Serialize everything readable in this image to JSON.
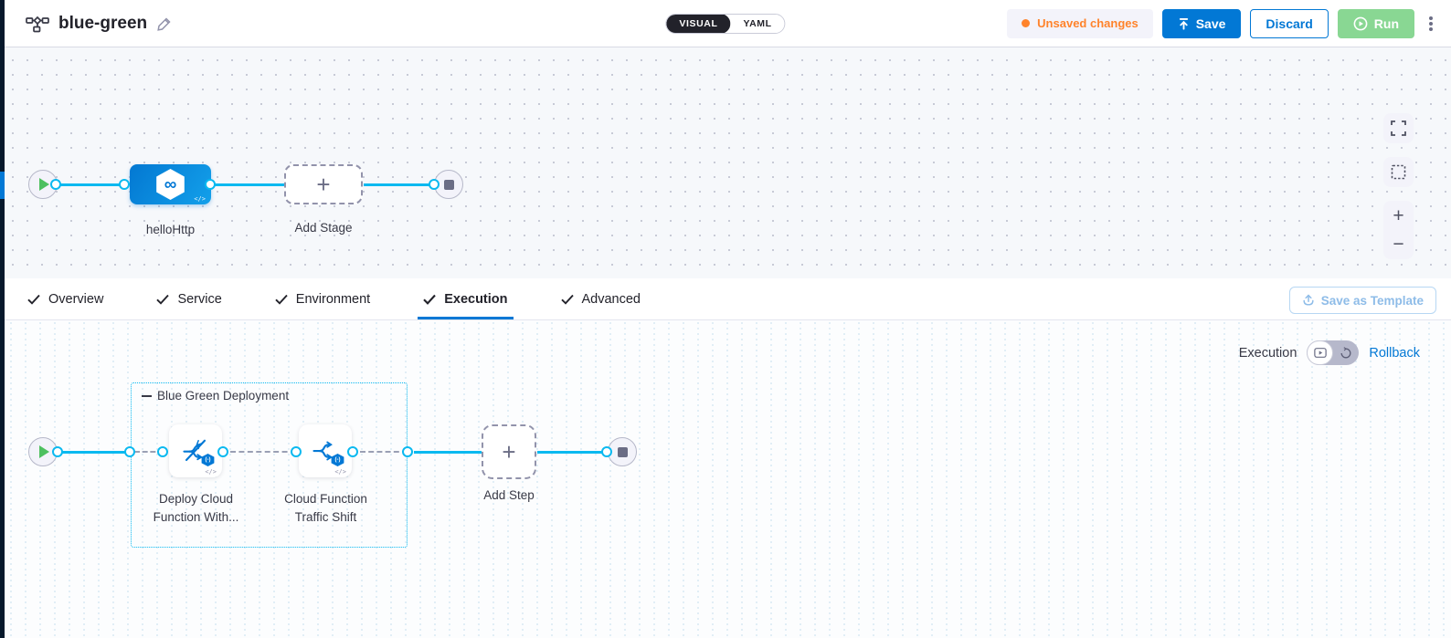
{
  "header": {
    "title": "blue-green",
    "view_toggle": {
      "visual": "VISUAL",
      "yaml": "YAML"
    },
    "unsaved_badge": "Unsaved changes",
    "save_label": "Save",
    "discard_label": "Discard",
    "run_label": "Run"
  },
  "stage_flow": {
    "stage_name": "helloHttp",
    "add_stage_label": "Add Stage"
  },
  "tabs": {
    "items": [
      {
        "label": "Overview"
      },
      {
        "label": "Service"
      },
      {
        "label": "Environment"
      },
      {
        "label": "Execution"
      },
      {
        "label": "Advanced"
      }
    ],
    "active": "Execution",
    "save_as_template_label": "Save as Template"
  },
  "execution": {
    "mode_label": "Execution",
    "rollback_label": "Rollback",
    "group_label": "Blue Green Deployment",
    "steps": [
      {
        "label": "Deploy Cloud Function With..."
      },
      {
        "label": "Cloud Function Traffic Shift"
      }
    ],
    "add_step_label": "Add Step"
  },
  "icons": {
    "plus": "+",
    "minus": "−",
    "code": "</>",
    "infinity": "∞",
    "fn_badge": "(-)"
  },
  "colors": {
    "primary_blue": "#0278d5",
    "connector_cyan": "#0ab9f0",
    "unsaved_orange": "#ff832b",
    "run_green": "#89d793",
    "nav_navy": "#07182b"
  }
}
